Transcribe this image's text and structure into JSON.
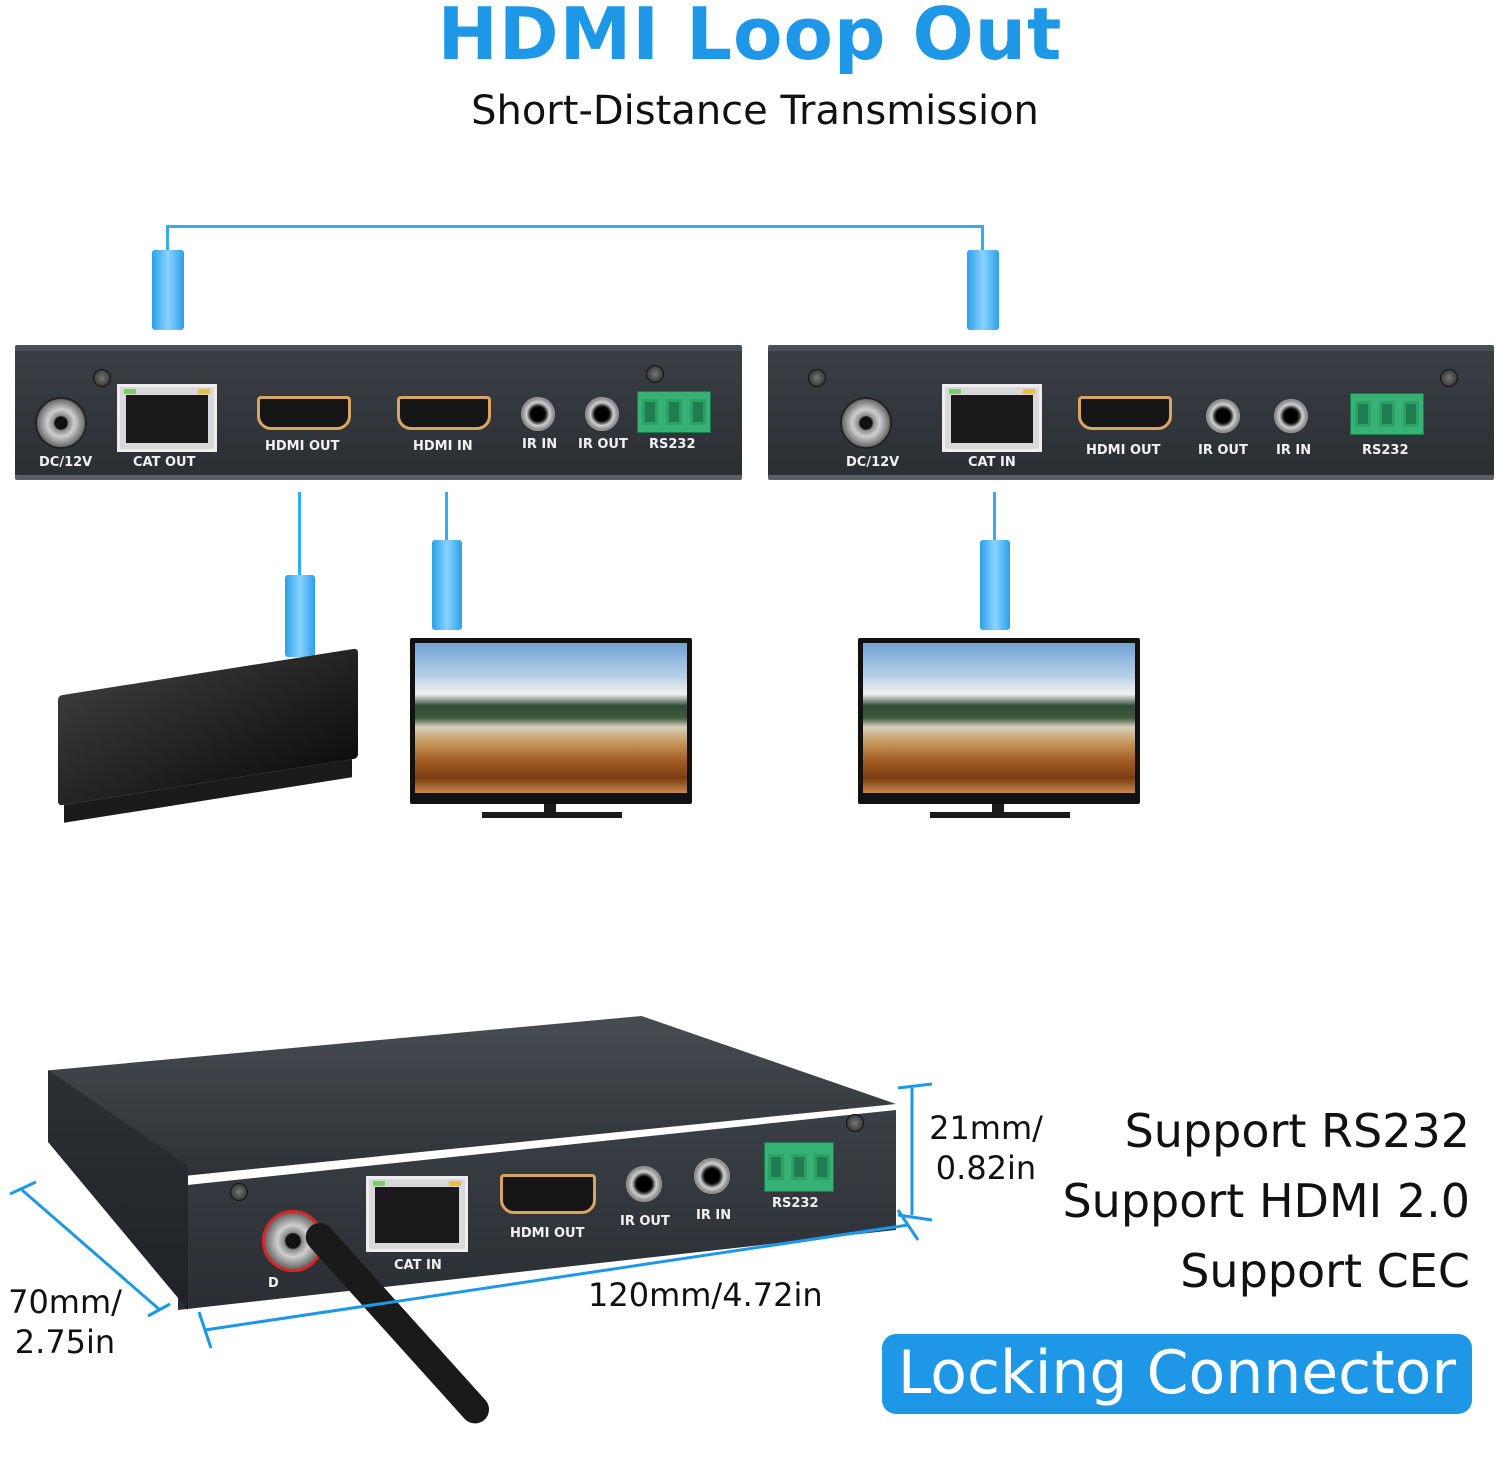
{
  "header": {
    "title": "HDMI Loop Out",
    "subtitle": "Short-Distance Transmission"
  },
  "transmitter": {
    "labels": [
      "DC/12V",
      "CAT OUT",
      "HDMI OUT",
      "HDMI IN",
      "IR IN",
      "IR OUT",
      "RS232"
    ]
  },
  "receiver": {
    "labels": [
      "DC/12V",
      "CAT IN",
      "HDMI OUT",
      "IR OUT",
      "IR IN",
      "RS232"
    ]
  },
  "product": {
    "labels": [
      "CAT IN",
      "HDMI OUT",
      "IR OUT",
      "IR IN",
      "RS232"
    ],
    "dc_partial_label": "D",
    "dims": {
      "height": "21mm/ 0.82in",
      "length": "120mm/4.72in",
      "depth": "70mm/ 2.75in"
    }
  },
  "features": [
    "Support RS232",
    "Support HDMI 2.0",
    "Support CEC"
  ],
  "badge": "Locking Connector",
  "colors": {
    "accent": "#1e98e6",
    "cable": "#33aef0",
    "panel": "#2f3338",
    "terminal": "#36b276"
  }
}
